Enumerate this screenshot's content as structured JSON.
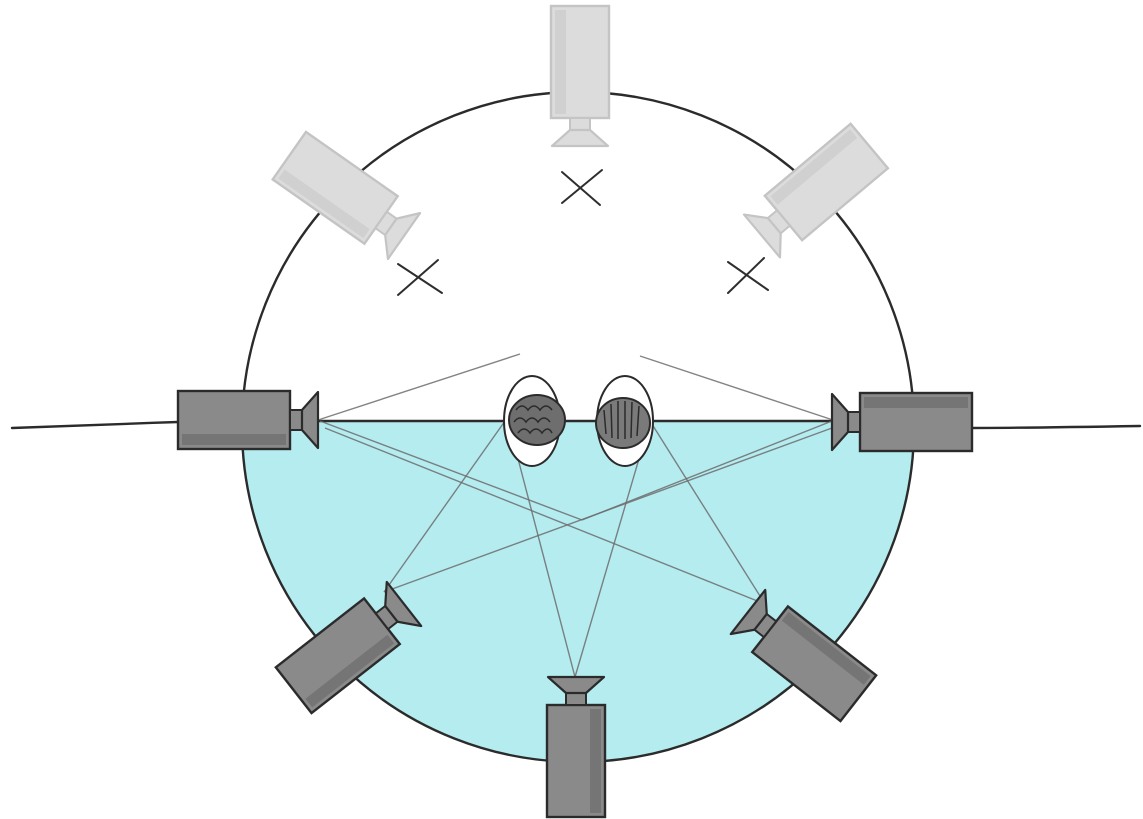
{
  "diagram": {
    "type": "camera-placement-180-degree-rule",
    "colors": {
      "background": "#ffffff",
      "allowed_zone": "#b4ecf0",
      "active_camera": "#8a8a8a",
      "active_camera_outline": "#2b2b2b",
      "disallowed_camera": "#dcdcdc",
      "disallowed_camera_outline": "#c4c4c4",
      "line": "#2b2b2b",
      "sight_line": "#6d6d6d",
      "x_mark": "#2e2e2e"
    },
    "subjects": [
      {
        "name": "person-left",
        "icon": "head-top-view-icon",
        "hair": "curly"
      },
      {
        "name": "person-right",
        "icon": "head-top-view-icon",
        "hair": "straight"
      }
    ],
    "cameras": [
      {
        "id": "left-side",
        "status": "allowed",
        "icon": "video-camera-icon"
      },
      {
        "id": "right-side",
        "status": "allowed",
        "icon": "video-camera-icon"
      },
      {
        "id": "lower-left",
        "status": "allowed",
        "icon": "video-camera-icon"
      },
      {
        "id": "bottom",
        "status": "allowed",
        "icon": "video-camera-icon"
      },
      {
        "id": "lower-right",
        "status": "allowed",
        "icon": "video-camera-icon"
      },
      {
        "id": "top",
        "status": "crossed-out",
        "icon": "video-camera-icon"
      },
      {
        "id": "upper-left",
        "status": "crossed-out",
        "icon": "video-camera-icon"
      },
      {
        "id": "upper-right",
        "status": "crossed-out",
        "icon": "video-camera-icon"
      }
    ],
    "crossed_out_count": 3,
    "allowed_count": 5
  }
}
